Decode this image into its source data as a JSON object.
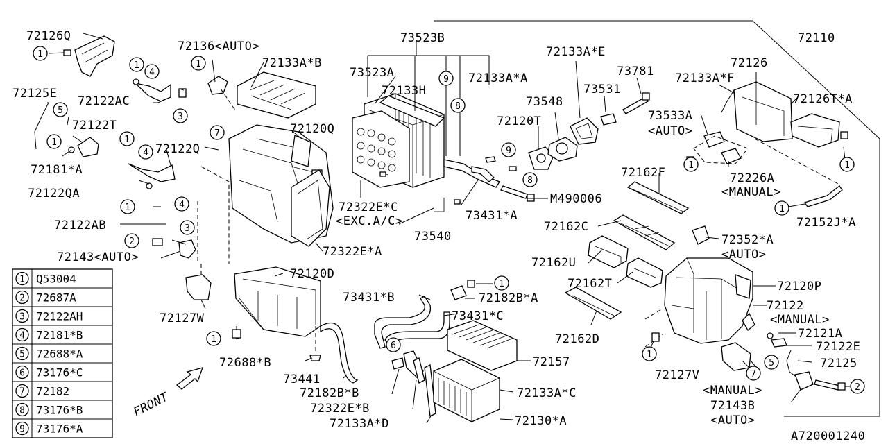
{
  "labels": {
    "p72126Q": "72126Q",
    "p72136": "72136<AUTO>",
    "p72133AB": "72133A*B",
    "p73523B": "73523B",
    "p72133AE": "72133A*E",
    "p72110": "72110",
    "p73523A": "73523A",
    "p72133H": "72133H",
    "p72133AA": "72133A*A",
    "p73781": "73781",
    "p72133AF": "72133A*F",
    "p72126": "72126",
    "p72125E": "72125E",
    "p72122AC": "72122AC",
    "p73548": "73548",
    "p73531": "73531",
    "p72126TA": "72126T*A",
    "p72122T": "72122T",
    "p72120Q": "72120Q",
    "p72120T": "72120T",
    "p73533A": "73533A",
    "p73533A_auto": "<AUTO>",
    "p72122Q": "72122Q",
    "p72181A": "72181*A",
    "p72162F": "72162F",
    "p72226A": "72226A",
    "p72226A_manual": "<MANUAL>",
    "p72122QA": "72122QA",
    "p72322EC": "72322E*C",
    "p72322EC_exc": "<EXC.A/C>",
    "pM490006": "M490006",
    "p73431A": "73431*A",
    "p72152JA": "72152J*A",
    "p72122AB": "72122AB",
    "p72162C": "72162C",
    "p72352A": "72352*A",
    "p72352A_auto": "<AUTO>",
    "p73540": "73540",
    "p72322EA": "72322E*A",
    "p72143": "72143<AUTO>",
    "p72162U": "72162U",
    "p72120D": "72120D",
    "p72162T": "72162T",
    "p72120P": "72120P",
    "p73431B": "73431*B",
    "p72182BA": "72182B*A",
    "p73431C": "73431*C",
    "p72122": "72122",
    "p72122_manual": "<MANUAL>",
    "p72127W": "72127W",
    "p72162D": "72162D",
    "p72121A": "72121A",
    "p72122E": "72122E",
    "p72688B": "72688*B",
    "p72157": "72157",
    "p72125": "72125",
    "p72127V": "72127V",
    "p72127V_manual": "<MANUAL>",
    "p73441": "73441",
    "p72182BB": "72182B*B",
    "p72133AC": "72133A*C",
    "p72143B": "72143B",
    "p72143B_auto": "<AUTO>",
    "p72322EB": "72322E*B",
    "p72133AD": "72133A*D",
    "p72130A": "72130*A",
    "front": "FRONT",
    "diagram_id": "A720001240"
  },
  "callouts": {
    "c1": "1",
    "c2": "2",
    "c3": "3",
    "c4": "4",
    "c5": "5",
    "c6": "6",
    "c7": "7",
    "c8": "8",
    "c9": "9"
  },
  "legend": [
    {
      "num": "1",
      "part": "Q53004"
    },
    {
      "num": "2",
      "part": "72687A"
    },
    {
      "num": "3",
      "part": "72122AH"
    },
    {
      "num": "4",
      "part": "72181*B"
    },
    {
      "num": "5",
      "part": "72688*A"
    },
    {
      "num": "6",
      "part": "73176*C"
    },
    {
      "num": "7",
      "part": "72182"
    },
    {
      "num": "8",
      "part": "73176*B"
    },
    {
      "num": "9",
      "part": "73176*A"
    }
  ]
}
